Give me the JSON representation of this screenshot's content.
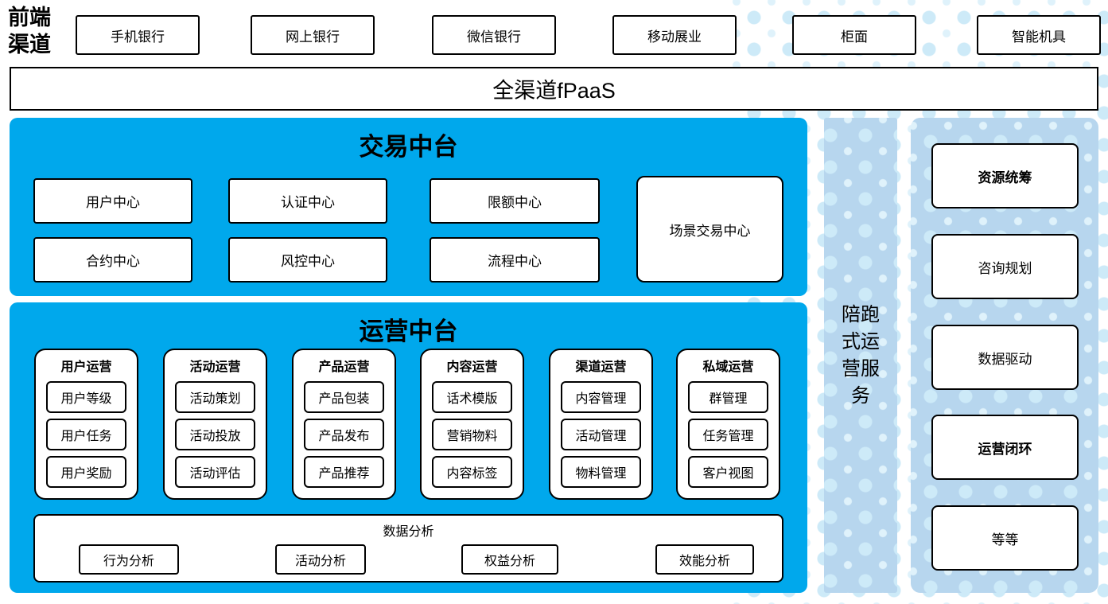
{
  "palette": {
    "cyan": "#00A8EC",
    "light_blue": "#B7D6EE",
    "dots": "#CDEAF8",
    "border": "#000000"
  },
  "front_channels": {
    "label": "前端渠道",
    "items": [
      "手机银行",
      "网上银行",
      "微信银行",
      "移动展业",
      "柜面",
      "智能机具"
    ]
  },
  "fpaas_bar": {
    "label": "全渠道fPaaS"
  },
  "trade_platform": {
    "title": "交易中台",
    "centers": [
      "用户中心",
      "认证中心",
      "限额中心",
      "合约中心",
      "风控中心",
      "流程中心"
    ],
    "scene_center": "场景交易中心"
  },
  "ops_platform": {
    "title": "运营中台",
    "groups": [
      {
        "title": "用户运营",
        "items": [
          "用户等级",
          "用户任务",
          "用户奖励"
        ]
      },
      {
        "title": "活动运营",
        "items": [
          "活动策划",
          "活动投放",
          "活动评估"
        ]
      },
      {
        "title": "产品运营",
        "items": [
          "产品包装",
          "产品发布",
          "产品推荐"
        ]
      },
      {
        "title": "内容运营",
        "items": [
          "话术模版",
          "营销物料",
          "内容标签"
        ]
      },
      {
        "title": "渠道运营",
        "items": [
          "内容管理",
          "活动管理",
          "物料管理"
        ]
      },
      {
        "title": "私域运营",
        "items": [
          "群管理",
          "任务管理",
          "客户视图"
        ]
      }
    ],
    "analytics": {
      "title": "数据分析",
      "items": [
        "行为分析",
        "活动分析",
        "权益分析",
        "效能分析"
      ]
    }
  },
  "coaching_bar": {
    "label": "陪跑式运营服务"
  },
  "services_panel": {
    "items": [
      {
        "label": "资源统筹",
        "bold": true
      },
      {
        "label": "咨询规划",
        "bold": false
      },
      {
        "label": "数据驱动",
        "bold": false
      },
      {
        "label": "运营闭环",
        "bold": true
      },
      {
        "label": "等等",
        "bold": false
      }
    ]
  }
}
